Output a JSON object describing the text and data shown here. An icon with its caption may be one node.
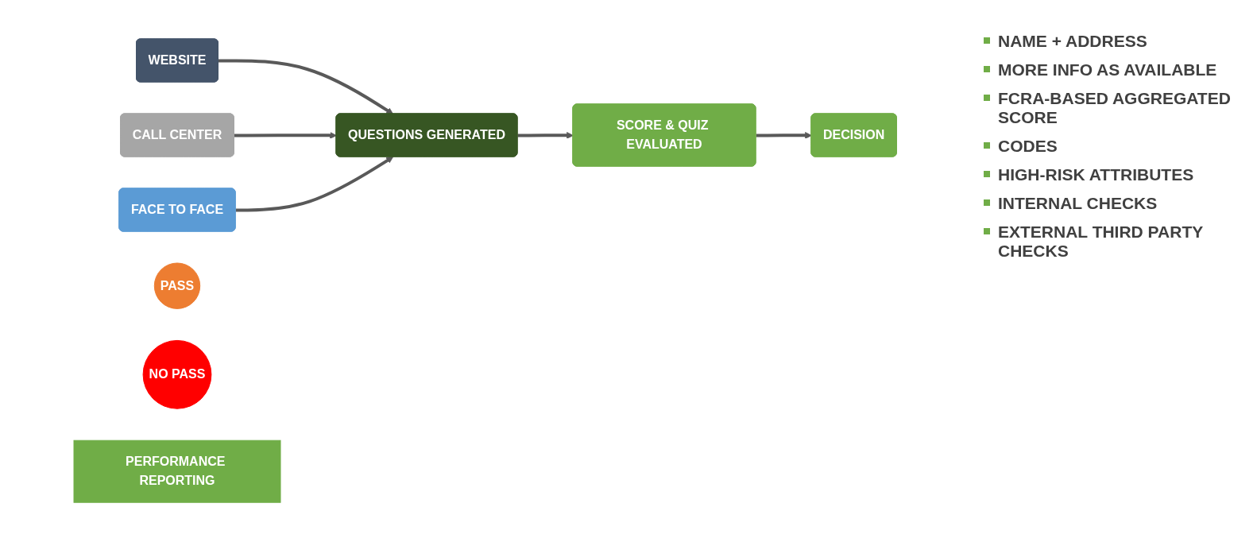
{
  "diagram": {
    "nodes": [
      {
        "text": [
          "WEBSITE"
        ]
      },
      {
        "text": [
          "CALL CENTER"
        ]
      },
      {
        "text": [
          "FACE TO FACE"
        ]
      },
      {
        "text": [
          "QUESTIONS GENERATED"
        ]
      },
      {
        "text": [
          "SCORE & QUIZ EVALUATED"
        ]
      },
      {
        "text": [
          "DECISION"
        ]
      },
      {
        "text": [
          "PASS"
        ]
      },
      {
        "text": [
          "NO PASS"
        ]
      },
      {
        "text": [
          "PERFORMANCE REPORTING"
        ]
      }
    ],
    "edges": [
      {
        "from": 0,
        "to": 3,
        "arrow": "to"
      },
      {
        "from": 1,
        "to": 3,
        "arrow": "to"
      },
      {
        "from": 2,
        "to": 3,
        "arrow": "to"
      },
      {
        "from": 3,
        "to": 4,
        "arrow": "to"
      },
      {
        "from": 4,
        "to": 5,
        "arrow": "to"
      }
    ],
    "labels": [
      "NAME + ADDRESS",
      "MORE INFO AS AVAILABLE",
      "FCRA-BASED AGGREGATED SCORE",
      "CODES",
      "HIGH-RISK ATTRIBUTES",
      "INTERNAL CHECKS",
      "EXTERNAL THIRD PARTY CHECKS"
    ]
  }
}
